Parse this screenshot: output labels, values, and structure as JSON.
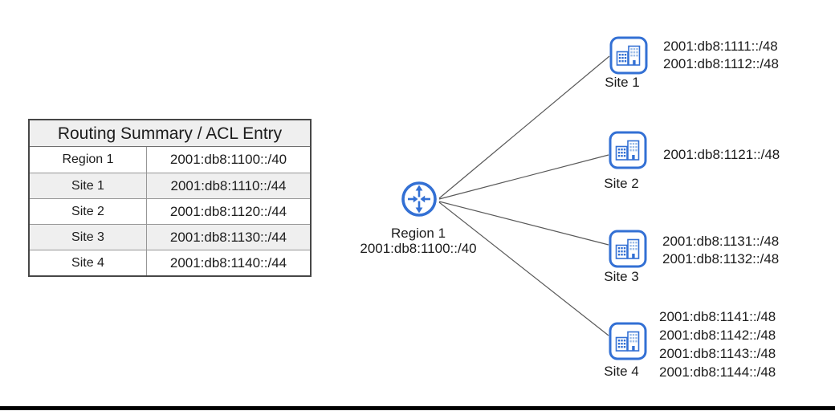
{
  "table": {
    "title": "Routing Summary / ACL Entry",
    "rows": [
      {
        "label": "Region 1",
        "value": "2001:db8:1100::/40"
      },
      {
        "label": "Site 1",
        "value": "2001:db8:1110::/44"
      },
      {
        "label": "Site 2",
        "value": "2001:db8:1120::/44"
      },
      {
        "label": "Site 3",
        "value": "2001:db8:1130::/44"
      },
      {
        "label": "Site 4",
        "value": "2001:db8:1140::/44"
      }
    ]
  },
  "router": {
    "icon": "router-icon",
    "label": "Region 1",
    "prefix": "2001:db8:1100::/40"
  },
  "sites": [
    {
      "icon": "building-icon",
      "label": "Site 1",
      "prefixes": [
        "2001:db8:1111::/48",
        "2001:db8:1112::/48"
      ]
    },
    {
      "icon": "building-icon",
      "label": "Site 2",
      "prefixes": [
        "2001:db8:1121::/48"
      ]
    },
    {
      "icon": "building-icon",
      "label": "Site 3",
      "prefixes": [
        "2001:db8:1131::/48",
        "2001:db8:1132::/48"
      ]
    },
    {
      "icon": "building-icon",
      "label": "Site 4",
      "prefixes": [
        "2001:db8:1141::/48",
        "2001:db8:1142::/48",
        "2001:db8:1143::/48",
        "2001:db8:1144::/48"
      ]
    }
  ],
  "colors": {
    "accent_blue": "#3370d4",
    "icon_window_blue": "#9dbde8",
    "connection_gray": "#595959",
    "table_alt_row": "#efefef",
    "bottom_rule": "#000000"
  }
}
